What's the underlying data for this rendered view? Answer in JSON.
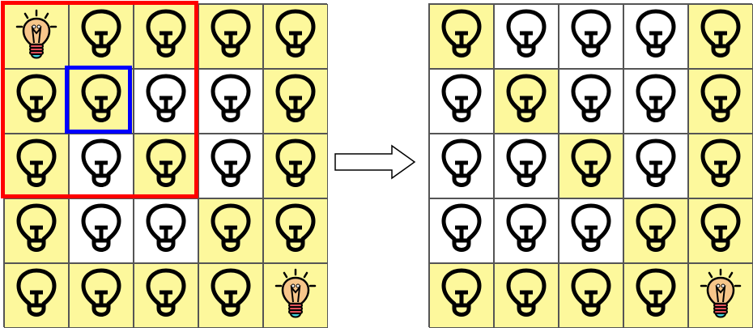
{
  "colors": {
    "on": "#fdf89c",
    "off": "#ffffff",
    "selection_region": "#ff0000",
    "selected_cell": "#0000ff"
  },
  "left_grid": [
    [
      "special",
      "on",
      "on",
      "on",
      "on"
    ],
    [
      "on",
      "on",
      "off",
      "off",
      "on"
    ],
    [
      "on",
      "off",
      "on",
      "off",
      "on"
    ],
    [
      "on",
      "off",
      "off",
      "on",
      "on"
    ],
    [
      "on",
      "on",
      "on",
      "on",
      "special"
    ]
  ],
  "right_grid": [
    [
      "on",
      "off",
      "off",
      "off",
      "on"
    ],
    [
      "off",
      "on",
      "off",
      "off",
      "on"
    ],
    [
      "off",
      "off",
      "on",
      "off",
      "on"
    ],
    [
      "off",
      "off",
      "off",
      "on",
      "on"
    ],
    [
      "on",
      "on",
      "on",
      "on",
      "special"
    ]
  ],
  "icons": {
    "cell": "lightbulb-icon",
    "special": "lit-lightbulb-icon",
    "transition": "right-arrow-icon"
  }
}
